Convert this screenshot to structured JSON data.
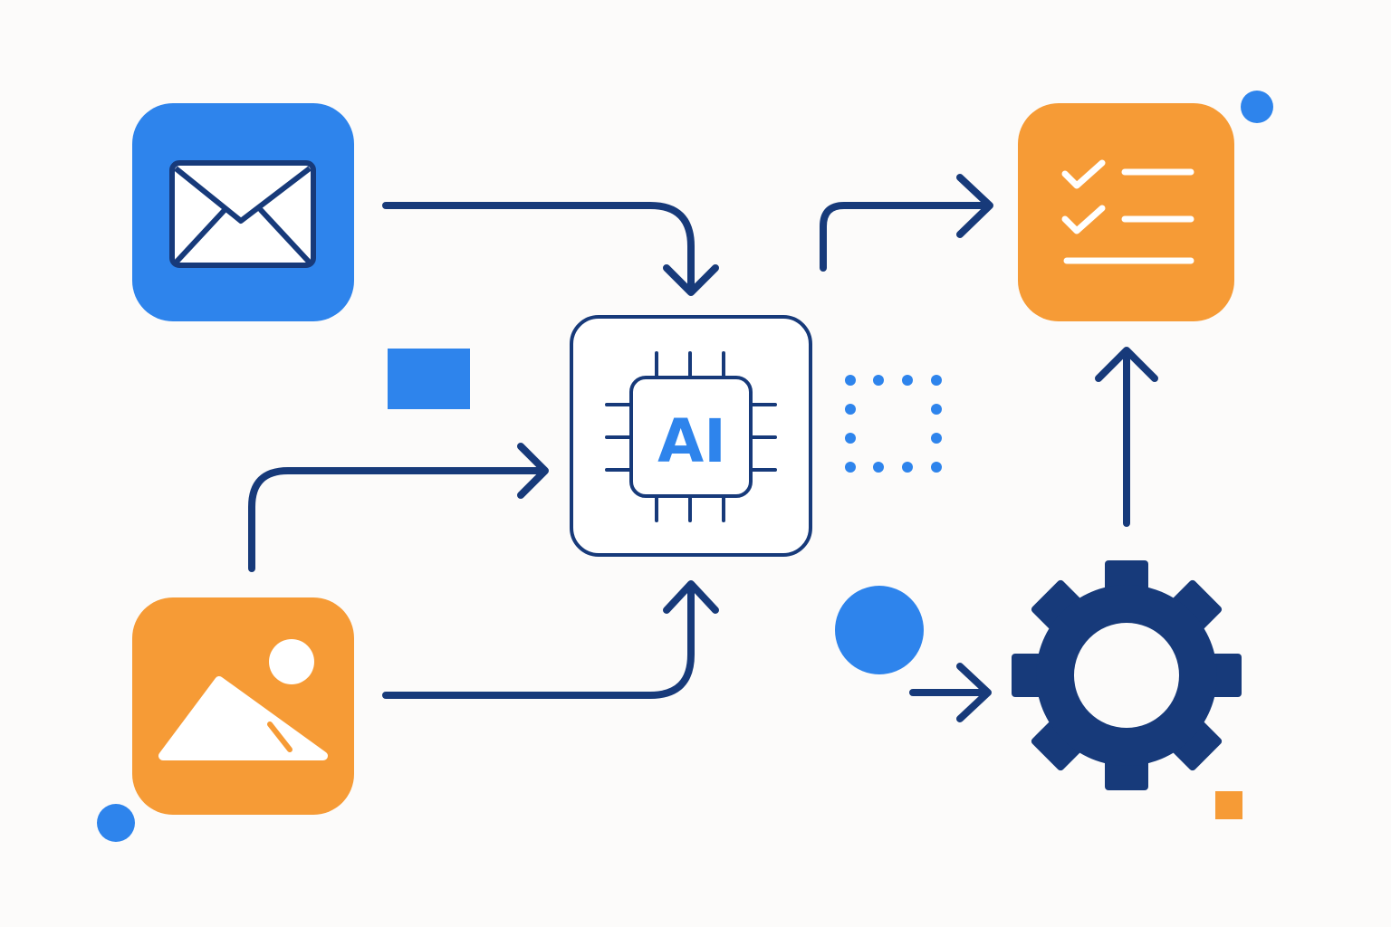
{
  "colors": {
    "background": "#FCFBFA",
    "navy": "#173A7A",
    "blue": "#2E84EC",
    "orange": "#F69B36",
    "white": "#FFFFFF"
  },
  "diagram": {
    "nodes": [
      {
        "id": "email-input",
        "icon": "envelope-icon",
        "color": "blue"
      },
      {
        "id": "image-input",
        "icon": "image-icon",
        "color": "orange"
      },
      {
        "id": "ai-processor",
        "icon": "ai-chip-icon",
        "color": "navy",
        "label": "AI"
      },
      {
        "id": "task-output",
        "icon": "checklist-icon",
        "color": "orange"
      },
      {
        "id": "automation-engine",
        "icon": "gear-icon",
        "color": "navy"
      }
    ],
    "edges": [
      {
        "from": "email-input",
        "to": "ai-processor"
      },
      {
        "from": "image-input",
        "to": "ai-processor"
      },
      {
        "from": "image-input",
        "to": "ai-processor"
      },
      {
        "from": "ai-processor",
        "to": "task-output"
      },
      {
        "from": "automation-engine",
        "to": "task-output"
      },
      {
        "from": "blue-dot",
        "to": "automation-engine"
      }
    ],
    "decorations": [
      "blue-square",
      "dotted-square",
      "blue-dot-large",
      "blue-dot-small-top",
      "blue-dot-small-bottom",
      "orange-square-small"
    ]
  }
}
